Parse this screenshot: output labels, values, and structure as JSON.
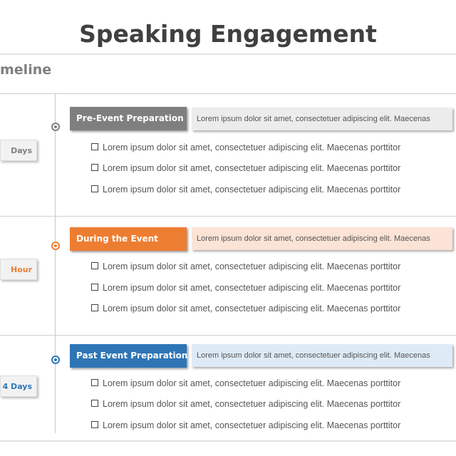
{
  "title": "Speaking Engagement",
  "subtitle": "meline",
  "sections": [
    {
      "side": "Days",
      "heading": "Pre-Event Preparation",
      "desc": "Lorem ipsum dolor sit amet, consectetuer adipiscing elit. Maecenas",
      "bullets": [
        "Lorem ipsum dolor sit amet, consectetuer adipiscing elit. Maecenas porttitor",
        "Lorem ipsum dolor sit amet, consectetuer adipiscing elit. Maecenas porttitor",
        "Lorem ipsum dolor sit amet, consectetuer adipiscing elit. Maecenas porttitor"
      ],
      "color": "#7f7f7f",
      "light": "#ececec",
      "text": "#7f7f7f"
    },
    {
      "side": "Hour",
      "heading": "During  the Event",
      "desc": "Lorem ipsum dolor sit amet, consectetuer adipiscing elit. Maecenas",
      "bullets": [
        "Lorem ipsum dolor sit amet, consectetuer adipiscing elit. Maecenas porttitor",
        "Lorem ipsum dolor sit amet, consectetuer adipiscing elit. Maecenas porttitor",
        "Lorem ipsum dolor sit amet, consectetuer adipiscing elit. Maecenas porttitor"
      ],
      "color": "#ed7d31",
      "light": "#fbe3d5",
      "text": "#ed7d31"
    },
    {
      "side": "4 Days",
      "heading": "Past Event Preparation",
      "desc": "Lorem ipsum dolor sit amet, consectetuer adipiscing elit. Maecenas",
      "bullets": [
        "Lorem ipsum dolor sit amet, consectetuer adipiscing elit. Maecenas porttitor",
        "Lorem ipsum dolor sit amet, consectetuer adipiscing elit. Maecenas porttitor",
        "Lorem ipsum dolor sit amet, consectetuer adipiscing elit. Maecenas porttitor"
      ],
      "color": "#2e75b6",
      "light": "#deebf7",
      "text": "#2e75b6"
    }
  ]
}
